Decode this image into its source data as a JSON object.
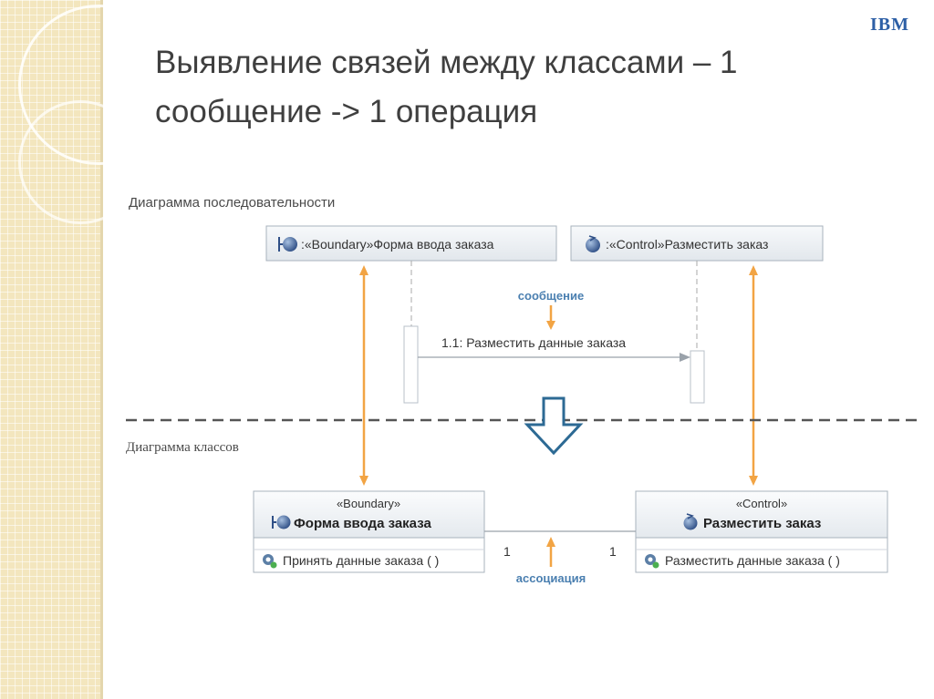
{
  "slide": {
    "title_line1": "Выявление связей между классами – 1",
    "title_line2": "сообщение -> 1 операция",
    "logo": "IBM"
  },
  "sequence_diagram": {
    "label": "Диаграмма последовательности",
    "boundary_header": ":«Boundary»Форма ввода заказа",
    "control_header": ":«Control»Разместить заказ",
    "message_callout": "сообщение",
    "message_text": "1.1: Разместить данные заказа"
  },
  "class_diagram": {
    "label": "Диаграмма классов",
    "boundary_class": {
      "stereotype": "«Boundary»",
      "name": "Форма ввода заказа",
      "operation": "Принять данные заказа ( )"
    },
    "control_class": {
      "stereotype": "«Control»",
      "name": "Разместить заказ",
      "operation": "Разместить данные заказа ( )"
    },
    "association_callout": "ассоциация",
    "left_multiplicity": "1",
    "right_multiplicity": "1"
  },
  "colors": {
    "arrow_orange": "#f2a444",
    "callout_blue": "#4a7fb0",
    "down_arrow_blue": "#2d6a94",
    "box_border": "#a8b3bd"
  }
}
